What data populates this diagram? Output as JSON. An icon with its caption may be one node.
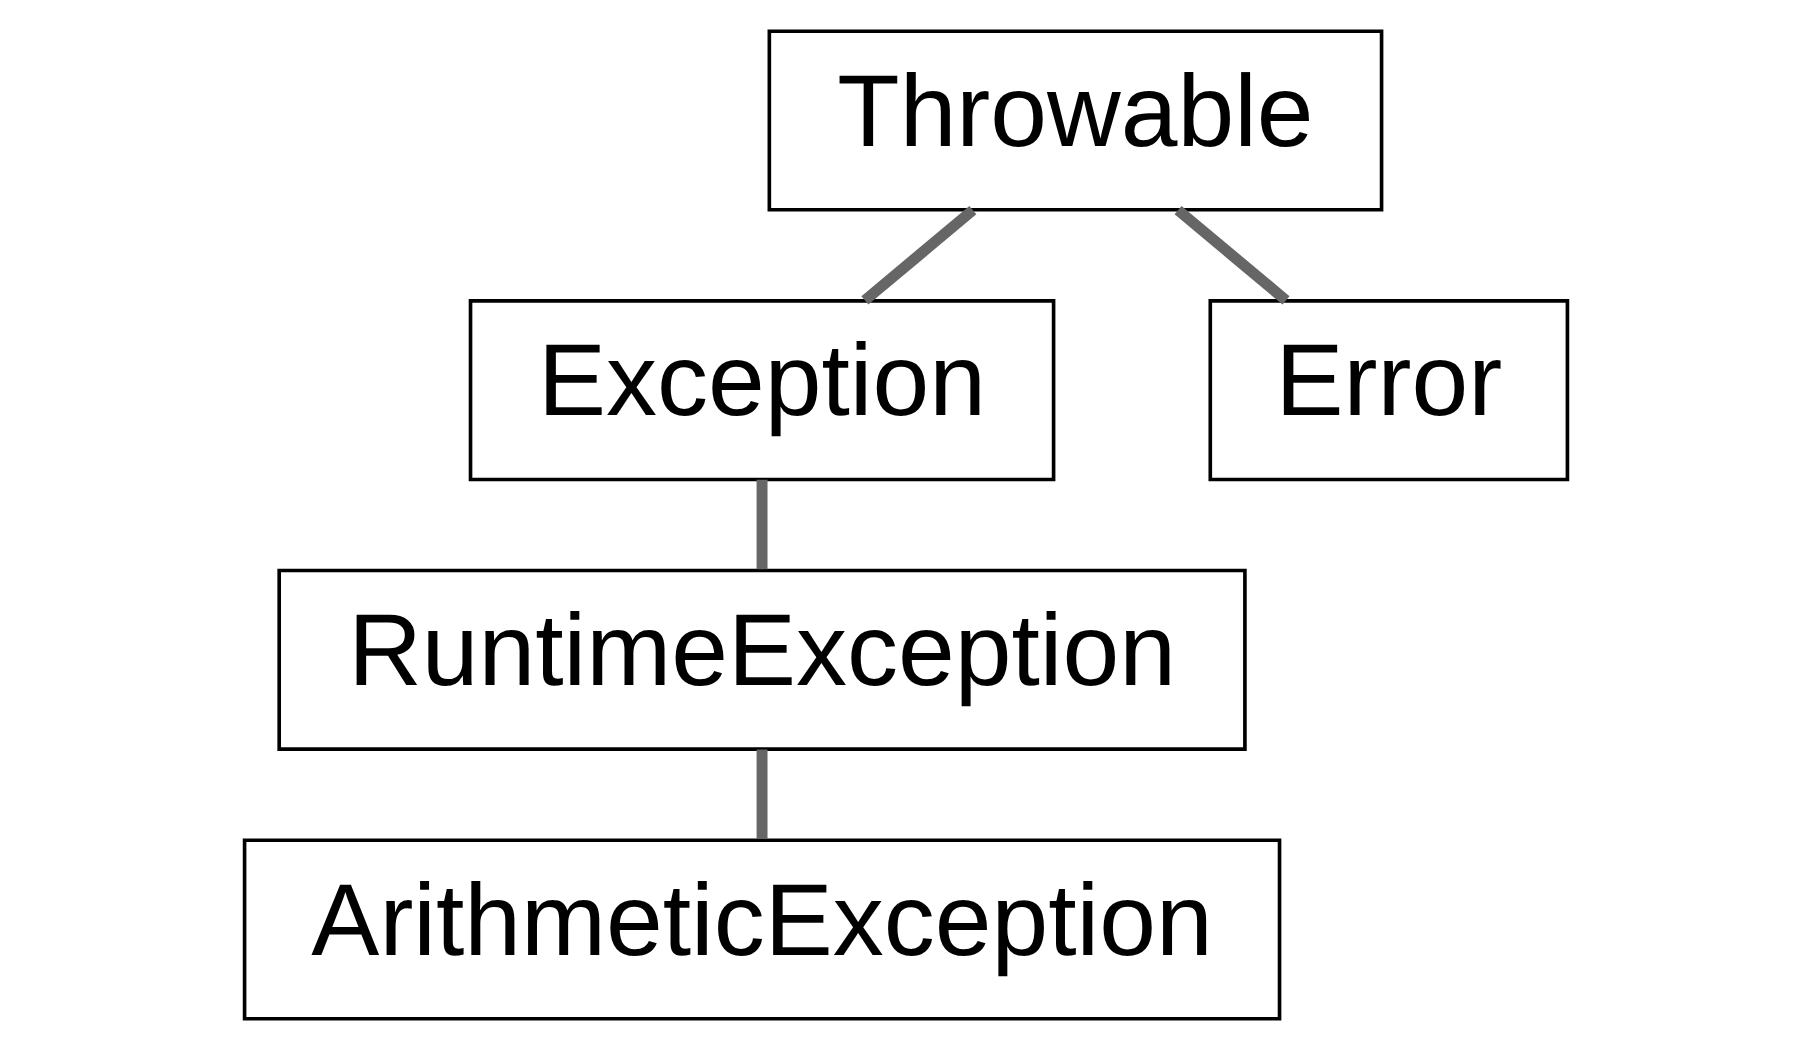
{
  "diagram": {
    "nodes": [
      {
        "text": [
          "Throwable"
        ]
      },
      {
        "text": [
          "Exception"
        ]
      },
      {
        "text": [
          "Error"
        ]
      },
      {
        "text": [
          "RuntimeException"
        ]
      },
      {
        "text": [
          "ArithmeticException"
        ]
      }
    ],
    "edges": [
      {
        "from": 0,
        "to": 1,
        "arrow": "none"
      },
      {
        "from": 0,
        "to": 2,
        "arrow": "none"
      },
      {
        "from": 1,
        "to": 3,
        "arrow": "none"
      },
      {
        "from": 3,
        "to": 4,
        "arrow": "none"
      }
    ]
  }
}
